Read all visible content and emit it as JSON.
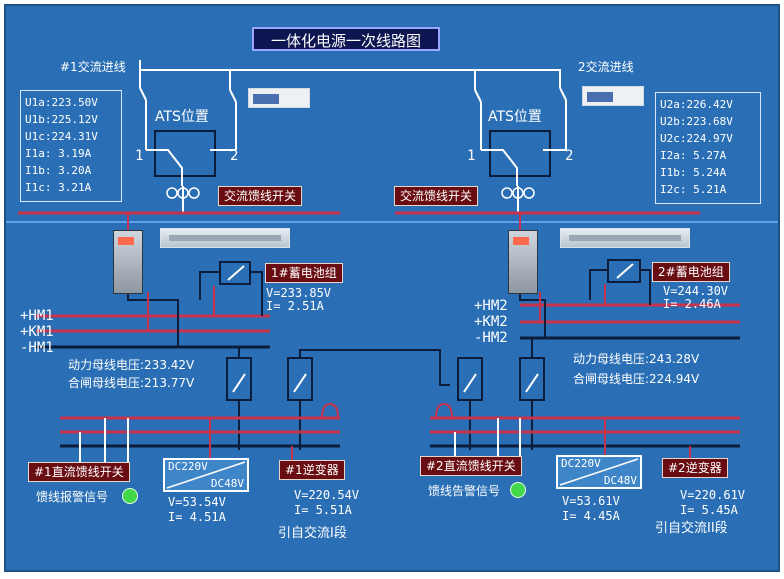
{
  "title": "一体化电源一次线路图",
  "left": {
    "incoming_label": "#1交流进线",
    "ats_label": "ATS位置",
    "ats_pos1": "1",
    "ats_pos2": "2",
    "measurements": [
      "U1a:223.50V",
      "U1b:225.12V",
      "U1c:224.31V",
      "I1a:  3.19A",
      "I1b:  3.20A",
      "I1c:  3.21A"
    ],
    "ac_feeder_switch": "交流馈线开关",
    "battery_label": "1#蓄电池组",
    "battery_v": "V=233.85V",
    "battery_i": "I=  2.51A",
    "bus_hm": "+HM1",
    "bus_km": "+KM1",
    "bus_neg": "-HM1",
    "power_bus_voltage": "动力母线电压:233.42V",
    "close_bus_voltage": "合闸母线电压:213.77V",
    "dc_feeder_switch": "#1直流馈线开关",
    "feeder_alarm": "馈线报警信号",
    "converter_in": "DC220V",
    "converter_out": "DC48V",
    "conv_v": "V=53.54V",
    "conv_i": "I= 4.51A",
    "inverter": "#1逆变器",
    "inv_v": "V=220.54V",
    "inv_i": "I=   5.51A",
    "ac_source": "引自交流I段"
  },
  "right": {
    "incoming_label": "2交流进线",
    "ats_label": "ATS位置",
    "ats_pos1": "1",
    "ats_pos2": "2",
    "measurements": [
      "U2a:226.42V",
      "U2b:223.68V",
      "U2c:224.97V",
      "I2a:  5.27A",
      "I1b:  5.24A",
      "I2c:  5.21A"
    ],
    "ac_feeder_switch": "交流馈线开关",
    "battery_label": "2#蓄电池组",
    "battery_v": "V=244.30V",
    "battery_i": "I=  2.46A",
    "bus_hm": "+HM2",
    "bus_km": "+KM2",
    "bus_neg": "-HM2",
    "power_bus_voltage": "动力母线电压:243.28V",
    "close_bus_voltage": "合闸母线电压:224.94V",
    "dc_feeder_switch": "#2直流馈线开关",
    "feeder_alarm": "馈线告警信号",
    "converter_in": "DC220V",
    "converter_out": "DC48V",
    "conv_v": "V=53.61V",
    "conv_i": "I= 4.45A",
    "inverter": "#2逆变器",
    "inv_v": "V=220.61V",
    "inv_i": "I=   5.45A",
    "ac_source": "引自交流II段"
  },
  "colors": {
    "background": "#2a6fb5",
    "wire_dark": "#0b1d3a",
    "wire_red": "#c8324a",
    "tag_bg": "#6a0d12",
    "alarm_ok": "#43d84a"
  }
}
